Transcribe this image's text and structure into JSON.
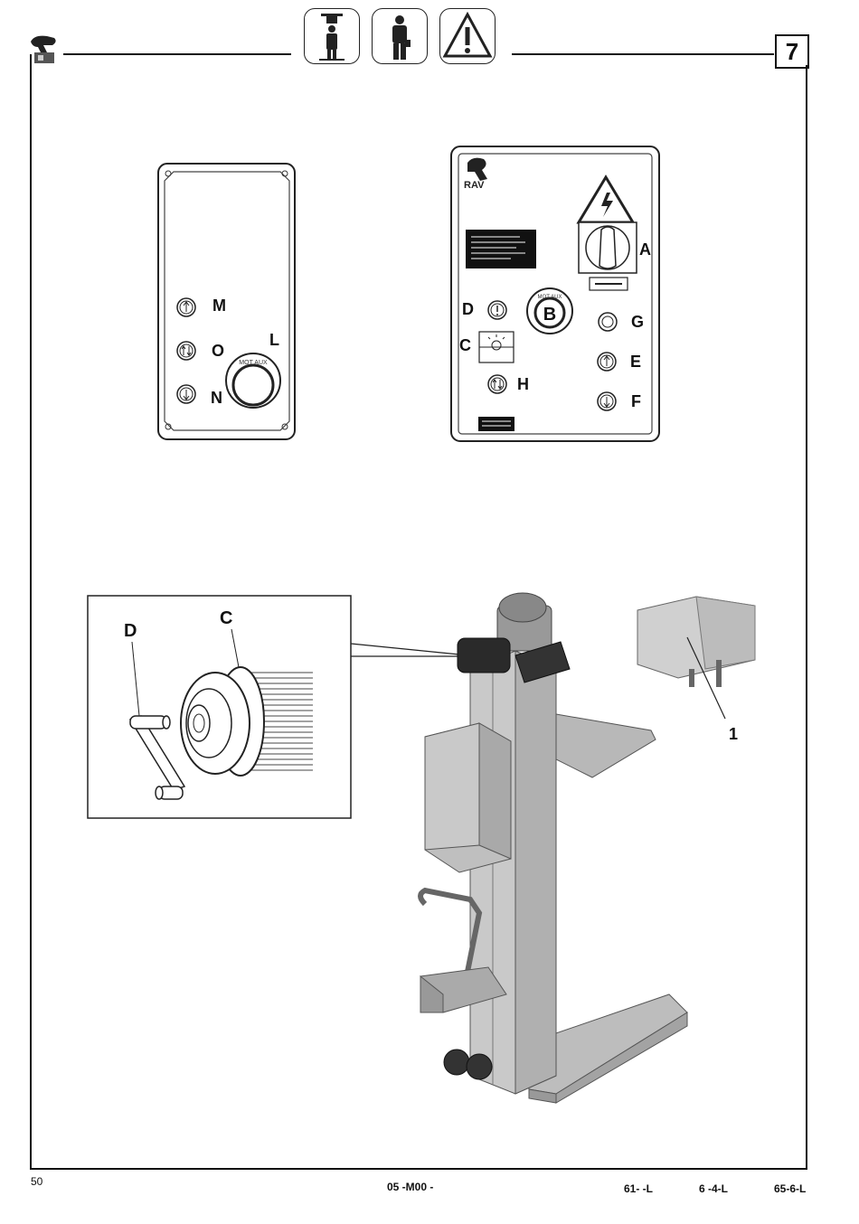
{
  "header": {
    "page_number": "7",
    "icons": [
      "lift-operator-icon",
      "operator-icon",
      "warning-icon"
    ]
  },
  "left_panel": {
    "labels": {
      "M": "M",
      "O": "O",
      "N": "N",
      "L": "L"
    },
    "knob_text": "MOT  AUX"
  },
  "right_panel": {
    "labels": {
      "A": "A",
      "B": "B",
      "C": "C",
      "D": "D",
      "E": "E",
      "F": "F",
      "G": "G",
      "H": "H"
    },
    "brand": "RAV",
    "knob_text": "MOT  AUX"
  },
  "detail": {
    "labels": {
      "C": "C",
      "D": "D"
    }
  },
  "callout": "1",
  "footer": {
    "page": "50",
    "doc_code": "05    -M00  -",
    "model_1": "61-  -L",
    "model_2": "6  -4-L",
    "model_3": "65-6-L"
  }
}
